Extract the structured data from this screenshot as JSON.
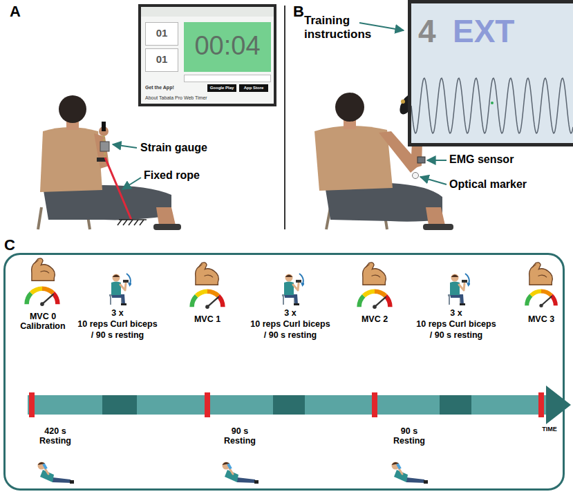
{
  "diagram": {
    "nodes": [
      {
        "text": [
          "01",
          "01",
          "00:04",
          "Get the App!",
          "Google Play",
          "App Store",
          "About Tabata Pro Web Timer"
        ]
      },
      {
        "text": [
          "4",
          "EXT"
        ]
      },
      {
        "text": [
          "C"
        ]
      }
    ],
    "labels": [
      "A",
      "B",
      "Strain gauge",
      "Fixed rope",
      "Training instructions",
      "EMG sensor",
      "Optical marker",
      "MVC 0 Calibration",
      "3 x",
      "10 reps Curl biceps",
      "/ 90 s resting",
      "420 s Resting",
      "MVC 1",
      "3 x",
      "10 reps Curl biceps",
      "/ 90 s resting",
      "90 s Resting",
      "MVC 2",
      "3 x",
      "10 reps Curl biceps",
      "/ 90 s resting",
      "90 s Resting",
      "MVC 3",
      "TIME"
    ]
  }
}
